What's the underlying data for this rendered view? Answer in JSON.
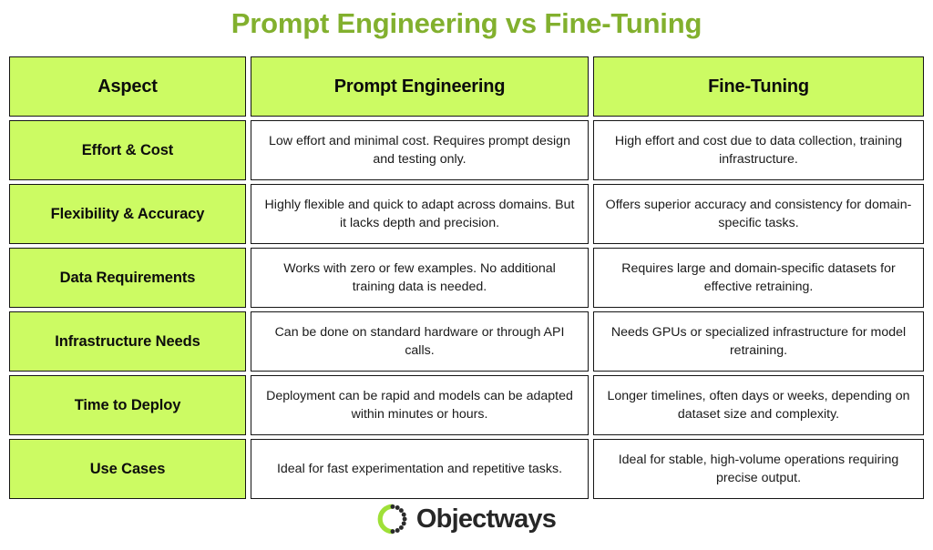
{
  "title": "Prompt Engineering vs Fine-Tuning",
  "colors": {
    "title_green": "#82b02e",
    "cell_green": "#ccfb63",
    "border": "#151515",
    "body_text": "#1a1a1a",
    "logo_word": "#272727",
    "logo_arc_green": "#9fe038",
    "logo_arc_dark": "#2b2b2b"
  },
  "table": {
    "headers": [
      "Aspect",
      "Prompt Engineering",
      "Fine-Tuning"
    ],
    "rows": [
      {
        "aspect": "Effort & Cost",
        "prompt_engineering": "Low effort and minimal cost. Requires prompt design and testing only.",
        "fine_tuning": "High effort and cost due to data collection, training infrastructure."
      },
      {
        "aspect": "Flexibility & Accuracy",
        "prompt_engineering": "Highly flexible and quick to adapt across domains. But it lacks depth and precision.",
        "fine_tuning": "Offers superior accuracy and consistency for domain-specific tasks."
      },
      {
        "aspect": "Data Requirements",
        "prompt_engineering": "Works with zero or few examples. No additional training data is needed.",
        "fine_tuning": "Requires large and domain-specific datasets for effective retraining."
      },
      {
        "aspect": "Infrastructure Needs",
        "prompt_engineering": "Can be done on standard hardware or through API calls.",
        "fine_tuning": "Needs GPUs or specialized infrastructure for model retraining."
      },
      {
        "aspect": "Time to Deploy",
        "prompt_engineering": "Deployment can be rapid and models can be adapted within minutes or hours.",
        "fine_tuning": "Longer timelines, often days or weeks, depending on dataset size and complexity."
      },
      {
        "aspect": "Use Cases",
        "prompt_engineering": "Ideal for fast experimentation and repetitive tasks.",
        "fine_tuning": "Ideal for stable, high-volume operations requiring precise output."
      }
    ]
  },
  "footer": {
    "logo_icon": "objectways-ring-icon",
    "brand": "Objectways"
  }
}
